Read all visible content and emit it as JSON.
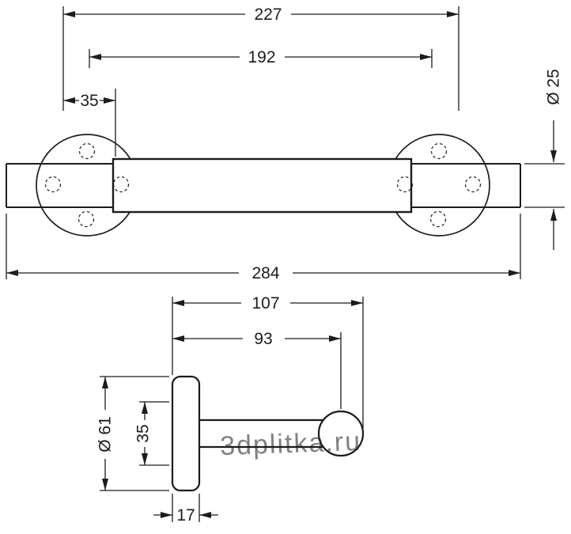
{
  "page": {
    "background": "#ffffff",
    "line_color": "#1c1c1c"
  },
  "front_view": {
    "dim_width_outer_holes": "227",
    "dim_width_centers": "192",
    "dim_end_offset": "35",
    "dim_bar_diameter": "Ø 25",
    "dim_overall_length": "284"
  },
  "side_view": {
    "dim_total_depth": "107",
    "dim_center_depth": "93",
    "dim_rosette_diameter": "Ø 61",
    "dim_bar_offset": "35",
    "dim_plate_depth": "17"
  },
  "watermark": {
    "text": "3dplitka.ru",
    "color": "#9a9a9a"
  }
}
